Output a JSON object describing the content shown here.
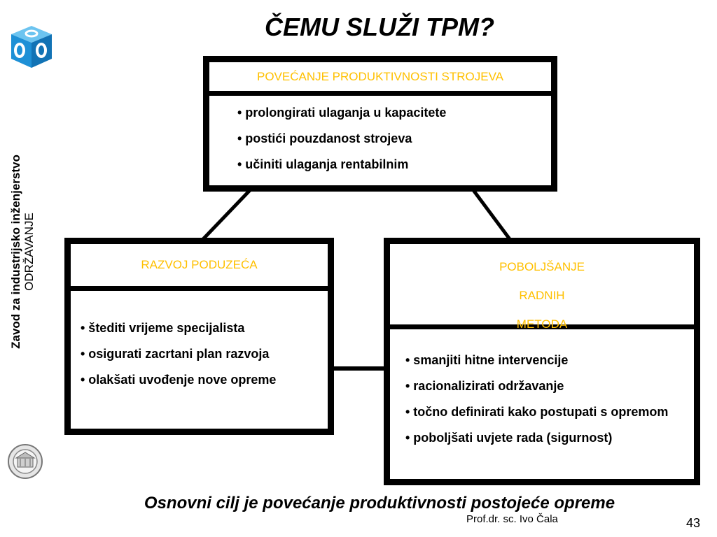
{
  "title": "ČEMU SLUŽI TPM?",
  "sidebar": {
    "line1": "Zavod za industrijsko inženjerstvo",
    "line2": "ODRŽAVANJE"
  },
  "boxes": {
    "top": {
      "header": "POVEĆANJE PRODUKTIVNOSTI STROJEVA",
      "items": [
        "• prolongirati ulaganja u kapacitete",
        "• postići pouzdanost strojeva",
        "• učiniti ulaganja rentabilnim"
      ]
    },
    "left": {
      "header": "RAZVOJ PODUZEĆA",
      "items": [
        "• štediti vrijeme specijalista",
        "• osigurati zacrtani plan razvoja",
        "• olakšati uvođenje nove opreme"
      ]
    },
    "right": {
      "header_lines": [
        "POBOLJŠANJE",
        "RADNIH",
        "METODA"
      ],
      "items": [
        "• smanjiti hitne intervencije",
        "• racionalizirati održavanje",
        "• točno definirati kako postupati s opremom",
        "• poboljšati uvjete rada (sigurnost)"
      ]
    }
  },
  "footer": "Osnovni cilj je povećanje produktivnosti postojeće opreme",
  "author": "Prof.dr. sc. Ivo Čala",
  "page_number": "43",
  "colors": {
    "header_text": "#ffc000",
    "logo_blue": "#1e90d6",
    "border": "#000000"
  },
  "icons": {
    "top_logo": "blue-cube-logo",
    "bottom_logo": "university-seal"
  }
}
